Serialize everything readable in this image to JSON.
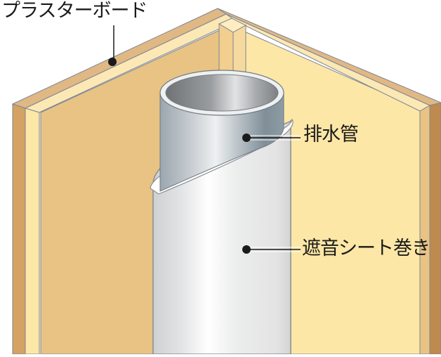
{
  "diagram": {
    "type": "wall cross-section illustration",
    "labels": {
      "plasterboard": "プラスターボード",
      "drain_pipe": "排水管",
      "sound_insulation_sheet": "遮音シート巻き"
    },
    "colors": {
      "wall_face_left": "#e8c384",
      "wall_face_right": "#fde7a6",
      "board_edge_light": "#fbe8b5",
      "board_edge_dark": "#d4a263",
      "board_edge_outer": "#bf8a4f",
      "outline": "#7d8593",
      "pipe_metal_dark": "#7f8e98",
      "pipe_metal_light": "#d9dde0",
      "sheet_white": "#f4f4f4",
      "sheet_shadow": "#d6d6d6",
      "leader_line": "#1a1a1a"
    }
  }
}
